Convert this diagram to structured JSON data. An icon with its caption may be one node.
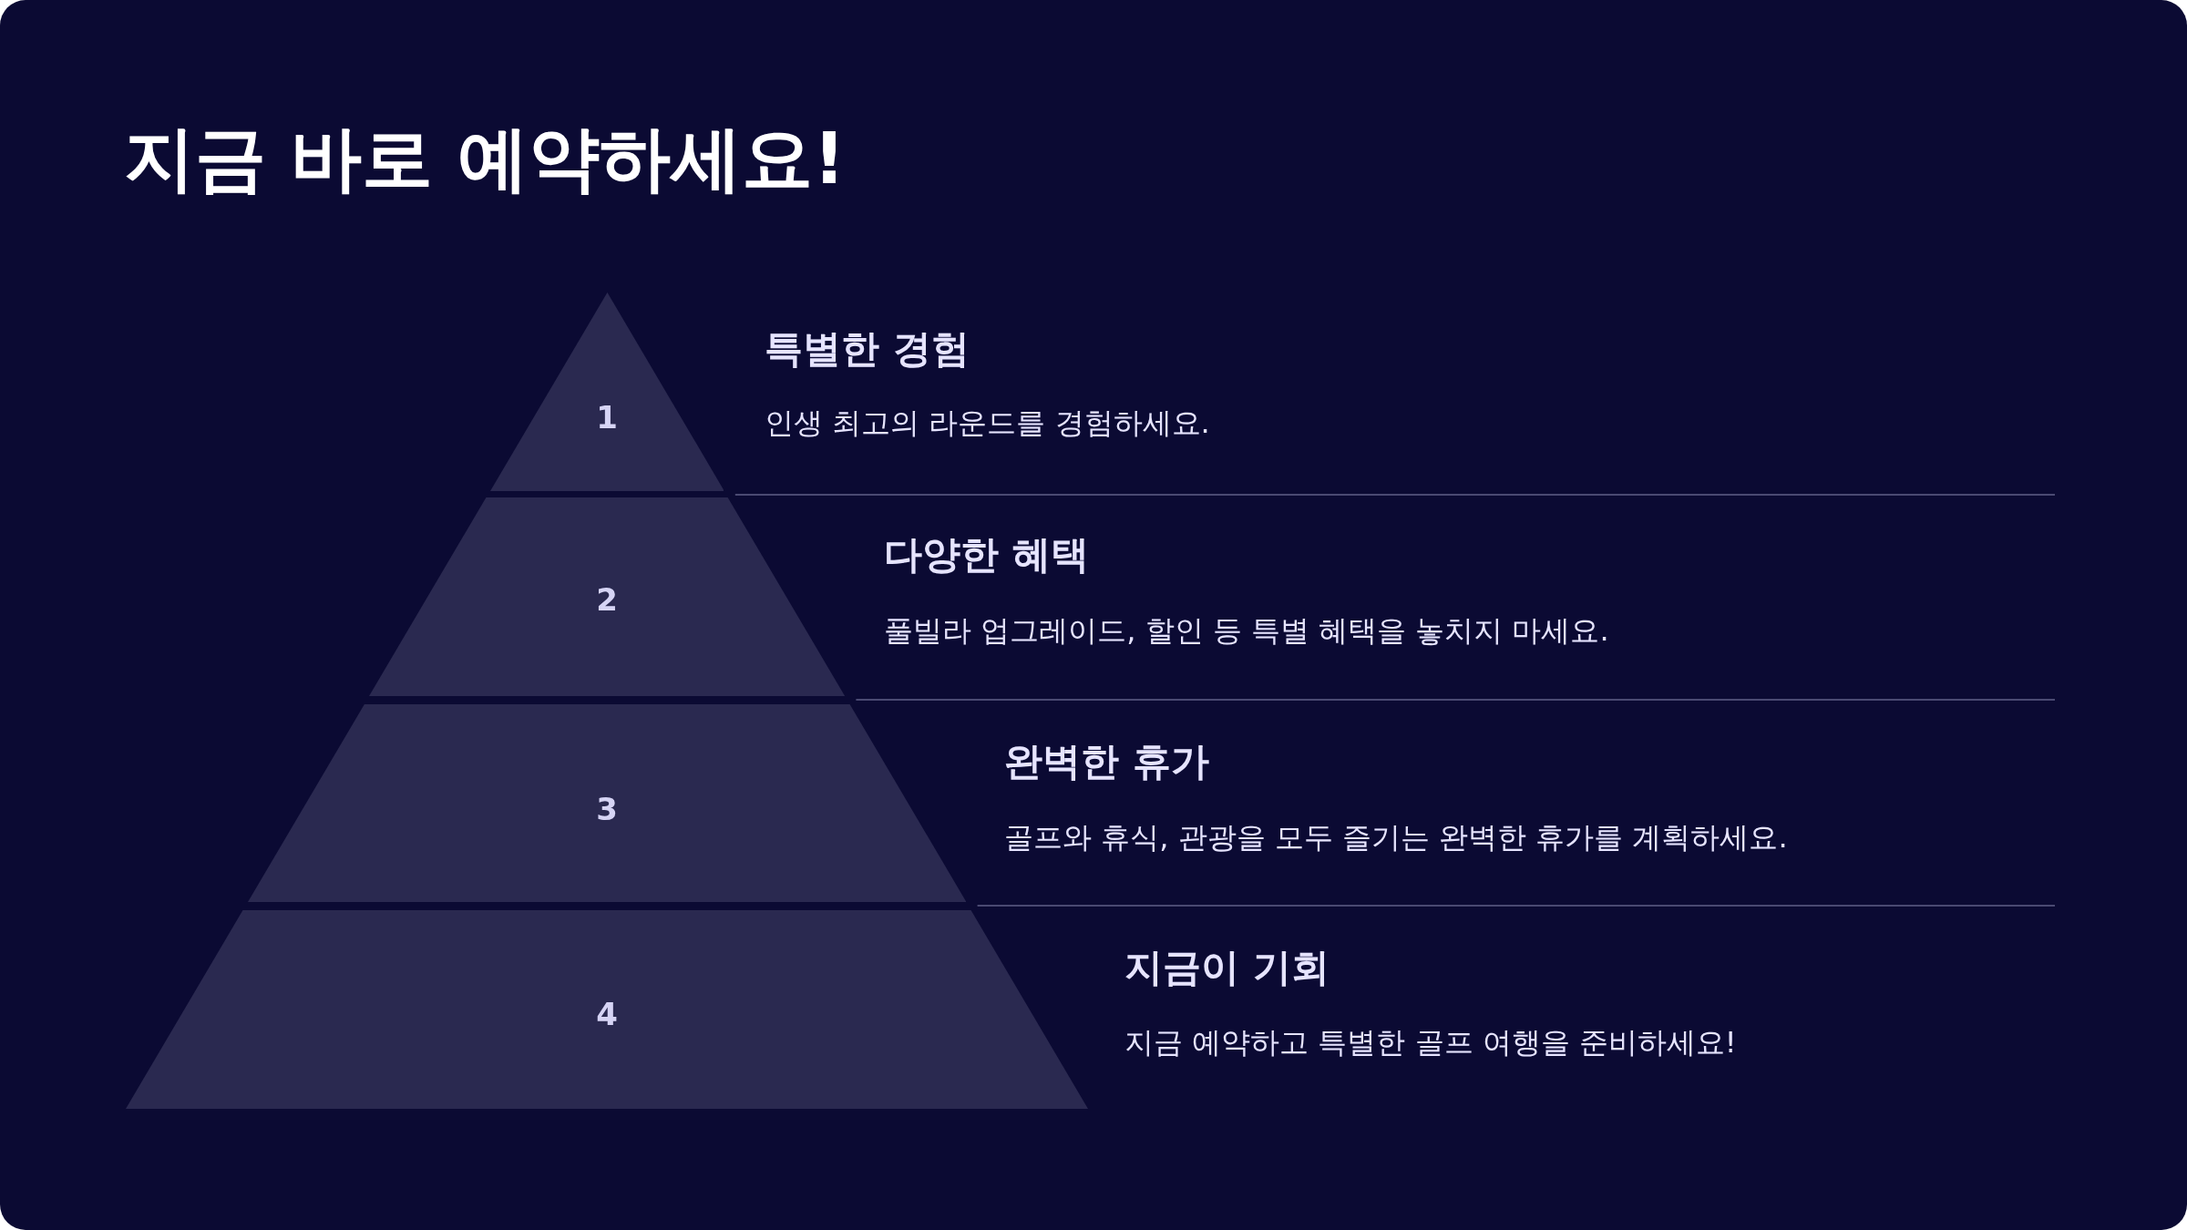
{
  "diagram": {
    "title": "지금 바로 예약하세요!",
    "nodes": [
      {
        "text": [
          "1"
        ],
        "beside": [
          "특별한 경험",
          "인생 최고의 라운드를 경험하세요."
        ]
      },
      {
        "text": [
          "2"
        ],
        "beside": [
          "다양한 혜택",
          "풀빌라 업그레이드, 할인 등 특별 혜택을 놓치지 마세요."
        ]
      },
      {
        "text": [
          "3"
        ],
        "beside": [
          "완벽한 휴가",
          "골프와 휴식, 관광을 모두 즐기는 완벽한 휴가를 계획하세요."
        ]
      },
      {
        "text": [
          "4"
        ],
        "beside": [
          "지금이 기회",
          "지금 예약하고 특별한 골프 여행을 준비하세요!"
        ]
      }
    ]
  }
}
